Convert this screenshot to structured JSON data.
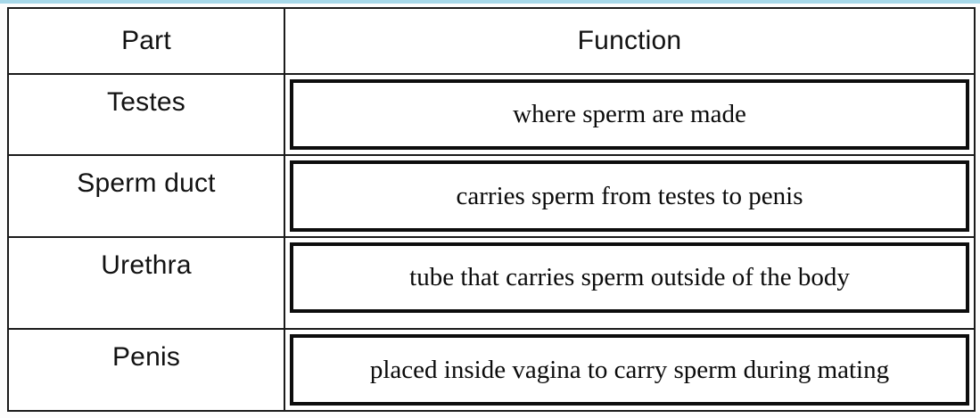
{
  "page": {
    "accent_bar_style": "background:#a7d8e9",
    "accent_color": "#a7d8e9"
  },
  "table": {
    "headers": {
      "part": "Part",
      "function": "Function"
    },
    "rows": [
      {
        "part": "Testes",
        "function": "where sperm are made"
      },
      {
        "part": "Sperm duct",
        "function": "carries sperm from testes to penis"
      },
      {
        "part": "Urethra",
        "function": "tube that carries sperm outside of the body"
      },
      {
        "part": "Penis",
        "function": "placed inside vagina to carry sperm during mating"
      }
    ]
  }
}
